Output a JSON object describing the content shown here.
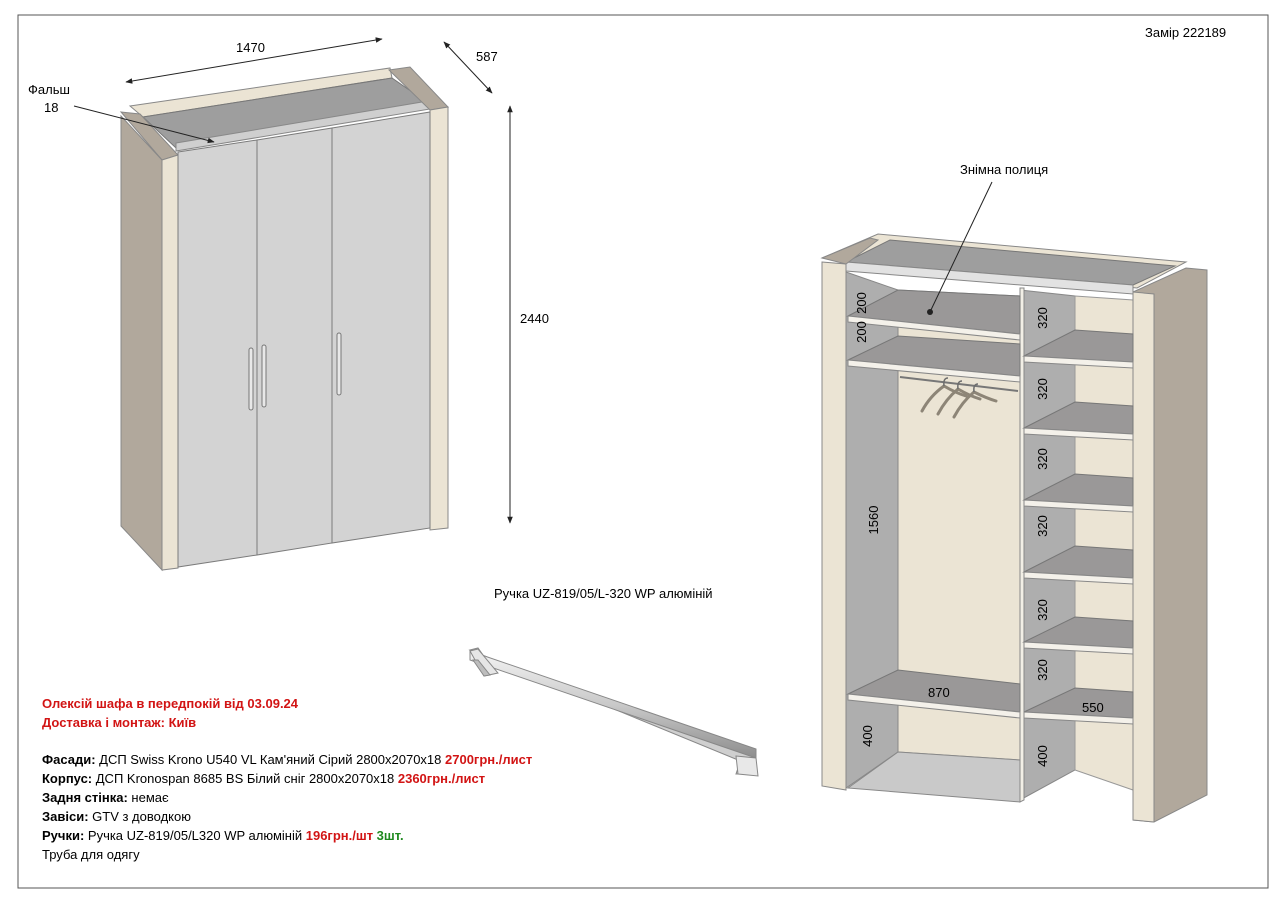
{
  "header": {
    "measure_label": "Замір 222189"
  },
  "front_view": {
    "dim_width": "1470",
    "dim_depth": "587",
    "dim_height": "2440",
    "rebate_label": "Фальш",
    "rebate_value": "18"
  },
  "interior_view": {
    "removable_shelf_label": "Знімна полиця",
    "dims": {
      "left_top_1": "200",
      "left_top_2": "200",
      "left_hanging": "1560",
      "left_bottom": "400",
      "inner_width": "870",
      "right_1": "320",
      "right_2": "320",
      "right_3": "320",
      "right_4": "320",
      "right_5": "320",
      "right_6": "320",
      "right_depth": "550",
      "right_bottom": "400"
    }
  },
  "handle": {
    "caption": "Ручка UZ-819/05/L-320 WP алюміній"
  },
  "notes": {
    "title_line1": "Олексій шафа в передпокій від 03.09.24",
    "title_line2": "Доставка і монтаж: Київ",
    "rows": [
      {
        "label": "Фасади:",
        "text": " ДСП Swiss Krono U540 VL Кам'яний Сірий 2800x2070x18 ",
        "price": "2700грн./лист",
        "qty": ""
      },
      {
        "label": "Корпус:",
        "text": " ДСП Kronospan 8685 BS Білий сніг 2800x2070x18 ",
        "price": "2360грн./лист",
        "qty": ""
      },
      {
        "label": "Задня стінка:",
        "text": "  немає",
        "price": "",
        "qty": ""
      },
      {
        "label": "Завіси:",
        "text": " GTV з доводкою",
        "price": "",
        "qty": ""
      },
      {
        "label": "Ручки:",
        "text": " Ручка UZ-819/05/L320 WP алюміній ",
        "price": "196грн./шт",
        "qty": " 3шт."
      },
      {
        "label": "",
        "text": "Труба для одягу",
        "price": "",
        "qty": ""
      }
    ]
  },
  "colors": {
    "facade_grey": "#d3d3d3",
    "body_cream": "#ebe4d4",
    "side_taupe": "#b1a89c",
    "shelf_grey": "#9a9898",
    "accent_red": "#d21414",
    "accent_green": "#1f8a1f"
  }
}
